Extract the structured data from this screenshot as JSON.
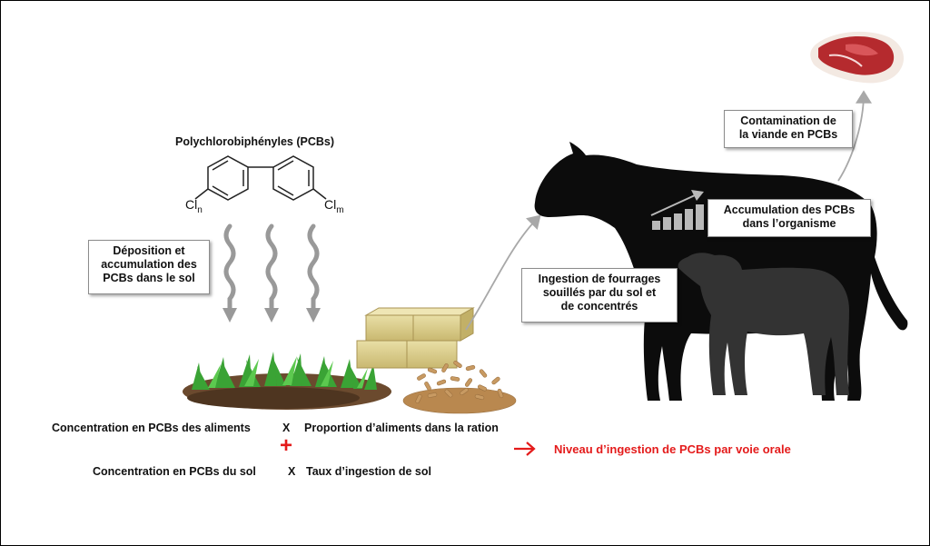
{
  "molecule": {
    "name": "Polychlorobiphényles (PCBs)",
    "left_sub": "Cl",
    "left_sub_index": "n",
    "right_sub": "Cl",
    "right_sub_index": "m"
  },
  "boxes": {
    "deposition": [
      "Déposition et",
      "accumulation des",
      "PCBs dans le sol"
    ],
    "ingestion": [
      "Ingestion de fourrages",
      "souillés par du sol et",
      "de concentrés"
    ],
    "accumulation": [
      "Accumulation des PCBs",
      "dans l’organisme"
    ],
    "contamination": [
      "Contamination de",
      "la viande en PCBs"
    ]
  },
  "equation": {
    "line1_left": "Concentration en PCBs des aliments",
    "times1": "X",
    "line1_right": "Proportion d’aliments dans la ration",
    "plus": "+",
    "line2_left": "Concentration en PCBs du sol",
    "times2": "X",
    "line2_right": "Taux d’ingestion de sol",
    "arrow": "→",
    "result": "Niveau d’ingestion de PCBs par voie orale"
  },
  "colors": {
    "result_red": "#e41b1b",
    "grass_green": "#3aa335",
    "cow_black": "#0c0c0c",
    "calf_gray": "#333333",
    "arrow_gray": "#a8a8a8"
  },
  "icons": [
    "meat-icon",
    "growth-chart-icon",
    "soil-grass-icon",
    "hay-bales-icon",
    "pellets-icon",
    "cow-icon",
    "calf-icon"
  ]
}
